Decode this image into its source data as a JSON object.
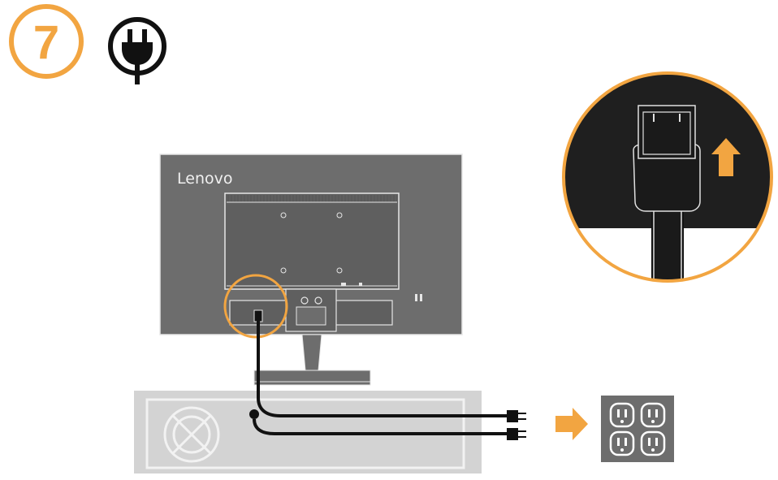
{
  "step": {
    "number": "7"
  },
  "monitor": {
    "brand": "Lenovo"
  },
  "icons": {
    "step_badge": "step-number-badge",
    "power": "power-plug-icon",
    "arrow_up": "arrow-up-icon",
    "arrow_right": "arrow-right-icon",
    "outlet": "power-outlet-icon"
  },
  "colors": {
    "accent": "#F2A541",
    "monitor_body": "#6d6d6d",
    "panel": "#cfcfcf",
    "cable": "#1a1a1a"
  }
}
